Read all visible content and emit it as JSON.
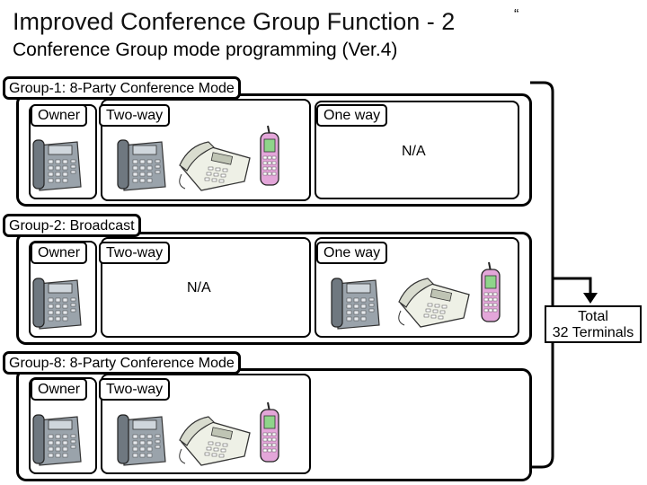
{
  "slide": {
    "title": "Improved Conference Group Function - 2",
    "subtitle": "Conference Group mode programming (Ver.4)",
    "quote_mark": "“"
  },
  "groups": [
    {
      "label": "Group-1: 8-Party Conference Mode",
      "owner": "Owner",
      "two_way": "Two-way",
      "one_way": "One way",
      "na": "N/A"
    },
    {
      "label": "Group-2: Broadcast",
      "owner": "Owner",
      "two_way": "Two-way",
      "one_way": "One way",
      "na": "N/A"
    },
    {
      "label": "Group-8: 8-Party Conference Mode",
      "owner": "Owner",
      "two_way": "Two-way"
    }
  ],
  "total": {
    "line1": "Total",
    "line2": "32 Terminals"
  },
  "icons": [
    "desk-phone-icon",
    "cordless-phone-icon",
    "mobile-phone-icon",
    "arrow-down-icon"
  ]
}
